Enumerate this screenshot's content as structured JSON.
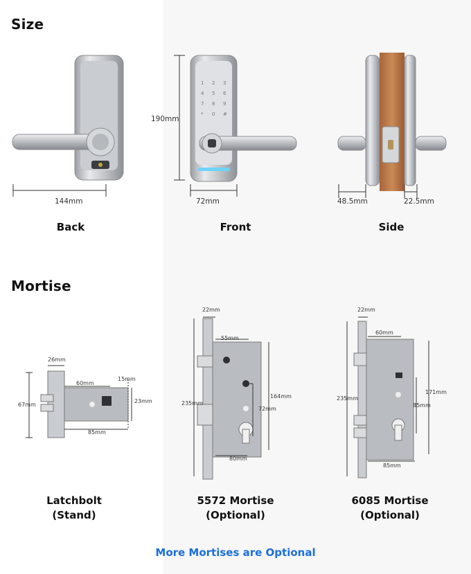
{
  "size": {
    "title": "Size",
    "back_width": "144mm",
    "back_label": "Back",
    "front_height": "190mm",
    "front_width": "72mm",
    "front_label": "Front",
    "side_back": "48.5mm",
    "side_front": "22.5mm",
    "side_label": "Side"
  },
  "mortise": {
    "title": "Mortise",
    "latchbolt": {
      "name": "Latchbolt",
      "note": "(Stand)",
      "face": "26mm",
      "thick": "15mm",
      "backset": "60mm",
      "height": "23mm",
      "plate": "67mm",
      "length": "85mm"
    },
    "m5572": {
      "name": "5572 Mortise",
      "note": "(Optional)",
      "face": "22mm",
      "backset": "55mm",
      "height": "164mm",
      "plate": "235mm",
      "center": "72mm",
      "width": "80mm"
    },
    "m6085": {
      "name": "6085 Mortise",
      "note": "(Optional)",
      "face": "22mm",
      "backset": "60mm",
      "height": "171mm",
      "plate": "235mm",
      "center": "85mm",
      "width": "85mm"
    }
  },
  "footer": {
    "text": "More Mortises are Optional"
  },
  "colors": {
    "footer_text": "#1b6fdc",
    "panel_background": "#f7f7f7"
  }
}
